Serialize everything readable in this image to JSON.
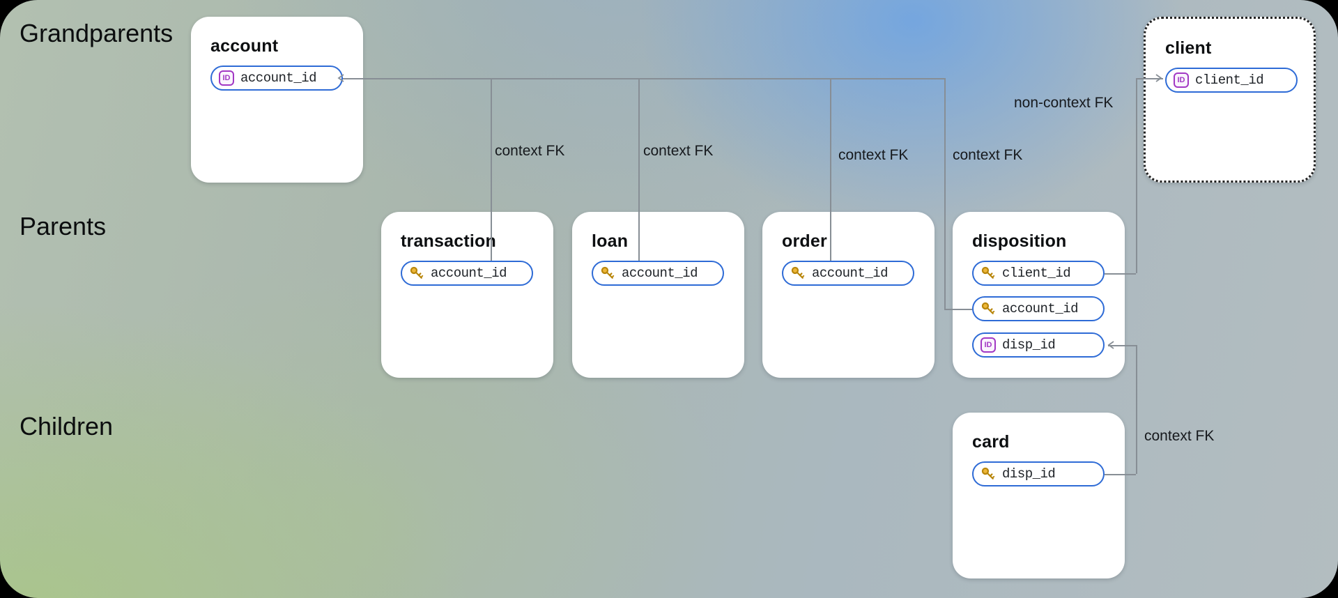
{
  "diagram": {
    "kind": "relational-schema-generations",
    "row_labels": {
      "grandparents": "Grandparents",
      "parents": "Parents",
      "children": "Children"
    },
    "tables": {
      "account": {
        "title": "account",
        "columns": [
          {
            "name": "account_id",
            "icon": "id-badge"
          }
        ]
      },
      "client": {
        "title": "client",
        "border": "dotted",
        "columns": [
          {
            "name": "client_id",
            "icon": "id-badge"
          }
        ]
      },
      "transaction": {
        "title": "transaction",
        "columns": [
          {
            "name": "account_id",
            "icon": "key"
          }
        ]
      },
      "loan": {
        "title": "loan",
        "columns": [
          {
            "name": "account_id",
            "icon": "key"
          }
        ]
      },
      "order": {
        "title": "order",
        "columns": [
          {
            "name": "account_id",
            "icon": "key"
          }
        ]
      },
      "disposition": {
        "title": "disposition",
        "columns": [
          {
            "name": "client_id",
            "icon": "key"
          },
          {
            "name": "account_id",
            "icon": "key"
          },
          {
            "name": "disp_id",
            "icon": "id-badge"
          }
        ]
      },
      "card": {
        "title": "card",
        "columns": [
          {
            "name": "disp_id",
            "icon": "key"
          }
        ]
      }
    },
    "edge_labels": {
      "transaction_fk": "context FK",
      "loan_fk": "context FK",
      "order_fk": "context FK",
      "disposition_account_fk": "context FK",
      "client_fk": "non-context FK",
      "card_fk": "context FK"
    },
    "icons": {
      "id_badge_text": "ID"
    },
    "colors": {
      "pill_border_blue": "#2e6bd6",
      "id_badge_purple": "#a238c4",
      "key_gold": "#edb73a",
      "key_outline": "#b8860b",
      "connector_gray": "#878e95",
      "card_white": "#ffffff",
      "text_dark": "#0d0f11",
      "bg_green": "#b4c9a0",
      "bg_blue": "#8fb7e0",
      "bg_gray": "#b3bdc0"
    }
  }
}
